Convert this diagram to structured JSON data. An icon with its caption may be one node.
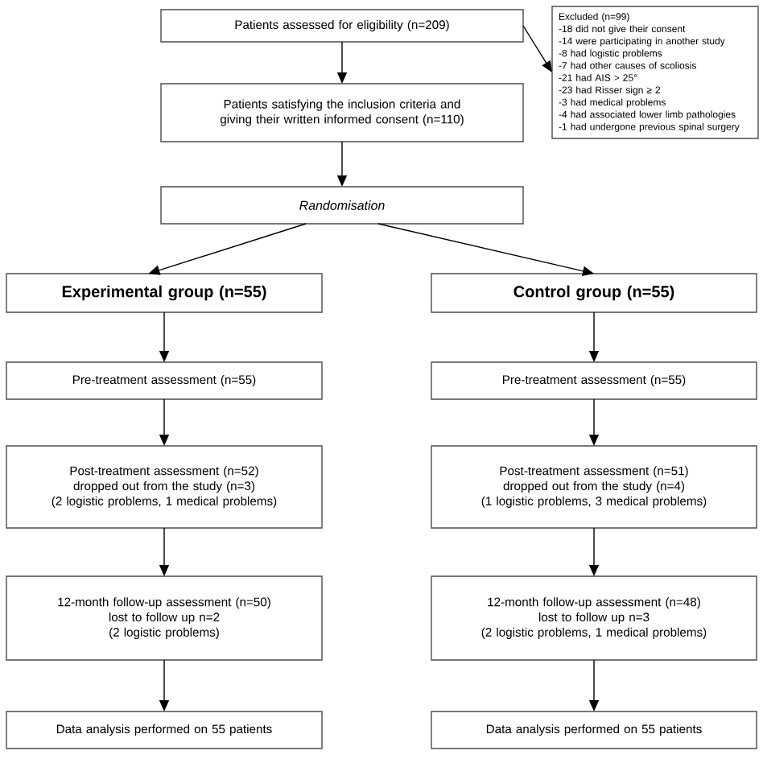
{
  "diagram": {
    "nodes": [
      {
        "text": [
          "Patients assessed for eligibility (n=209)"
        ]
      },
      {
        "text": [
          "Excluded (n=99)",
          "-18 did not give their consent",
          "-14 were participating in another study",
          "-8 had logistic problems",
          "-7 had other causes of scoliosis",
          "-21 had AIS > 25°",
          "-23 had Risser sign ≥ 2",
          "-3 had medical problems",
          "-4 had associated lower limb pathologies",
          "-1 had undergone previous spinal surgery"
        ]
      },
      {
        "text": [
          "Patients satisfying the inclusion criteria and giving their written informed consent (n=110)"
        ]
      },
      {
        "text": [
          "Randomisation"
        ]
      },
      {
        "text": [
          "Experimental group (n=55)"
        ]
      },
      {
        "text": [
          "Control group (n=55)"
        ]
      },
      {
        "text": [
          "Pre-treatment assessment (n=55)"
        ]
      },
      {
        "text": [
          "Pre-treatment assessment (n=55)"
        ]
      },
      {
        "text": [
          "Post-treatment assessment (n=52)",
          "dropped out from the study (n=3)",
          "(2 logistic problems, 1 medical problems)"
        ]
      },
      {
        "text": [
          "Post-treatment assessment (n=51)",
          "dropped out from the study (n=4)",
          "(1 logistic problems, 3 medical problems)"
        ]
      },
      {
        "text": [
          "12-month follow-up assessment (n=50)",
          "lost to follow up n=2",
          "(2 logistic problems)"
        ]
      },
      {
        "text": [
          "12-month follow-up assessment (n=48)",
          "lost to follow up n=3",
          "(2 logistic problems, 1 medical problems)"
        ]
      },
      {
        "text": [
          "Data analysis performed on 55 patients"
        ]
      },
      {
        "text": [
          "Data analysis performed on 55 patients"
        ]
      }
    ],
    "edges": [
      {
        "from": 0,
        "to": 1,
        "arrow": "to"
      },
      {
        "from": 0,
        "to": 2,
        "arrow": "to"
      },
      {
        "from": 2,
        "to": 3,
        "arrow": "to"
      },
      {
        "from": 3,
        "to": 4,
        "arrow": "to"
      },
      {
        "from": 3,
        "to": 5,
        "arrow": "to"
      },
      {
        "from": 4,
        "to": 6,
        "arrow": "to"
      },
      {
        "from": 5,
        "to": 7,
        "arrow": "to"
      },
      {
        "from": 6,
        "to": 8,
        "arrow": "to"
      },
      {
        "from": 7,
        "to": 9,
        "arrow": "to"
      },
      {
        "from": 8,
        "to": 10,
        "arrow": "to"
      },
      {
        "from": 9,
        "to": 11,
        "arrow": "to"
      },
      {
        "from": 10,
        "to": 12,
        "arrow": "to"
      },
      {
        "from": 11,
        "to": 13,
        "arrow": "to"
      }
    ]
  }
}
